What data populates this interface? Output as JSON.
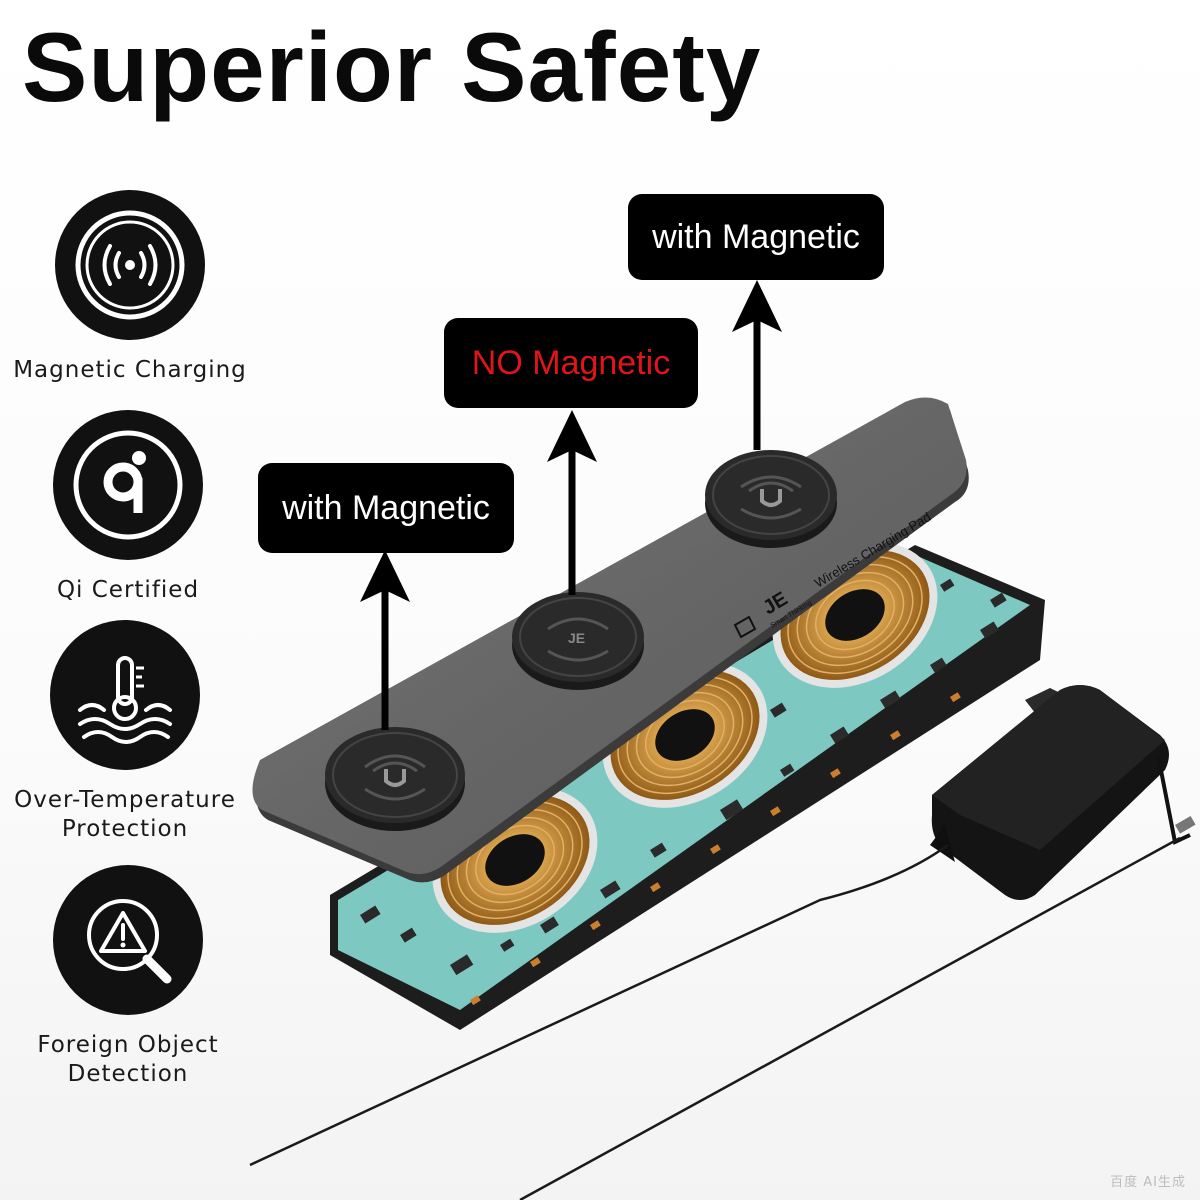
{
  "title": "Superior Safety",
  "features": [
    {
      "label": "Magnetic Charging",
      "icon": "wireless-charging-icon"
    },
    {
      "label": "Qi Certified",
      "icon": "qi-logo-icon"
    },
    {
      "label": "Over-Temperature\nProtection",
      "icon": "thermometer-water-icon"
    },
    {
      "label": "Foreign Object\nDetection",
      "icon": "warning-magnifier-icon"
    }
  ],
  "callouts": {
    "left": "with Magnetic",
    "middle": "NO Magnetic",
    "right": "with Magnetic"
  },
  "product": {
    "brand": "JE",
    "brand_tagline": "Smart Thinking",
    "pad_label": "Wireless Charging Pad",
    "pad_icon": "magnet-u-icon"
  },
  "colors": {
    "icon_circle": "#111111",
    "callout_bg": "#000000",
    "no_magnetic_text": "#e0141a",
    "pcb": "#7ec8c2",
    "coil": "#c98a2e"
  },
  "watermark": "百度 AI生成"
}
